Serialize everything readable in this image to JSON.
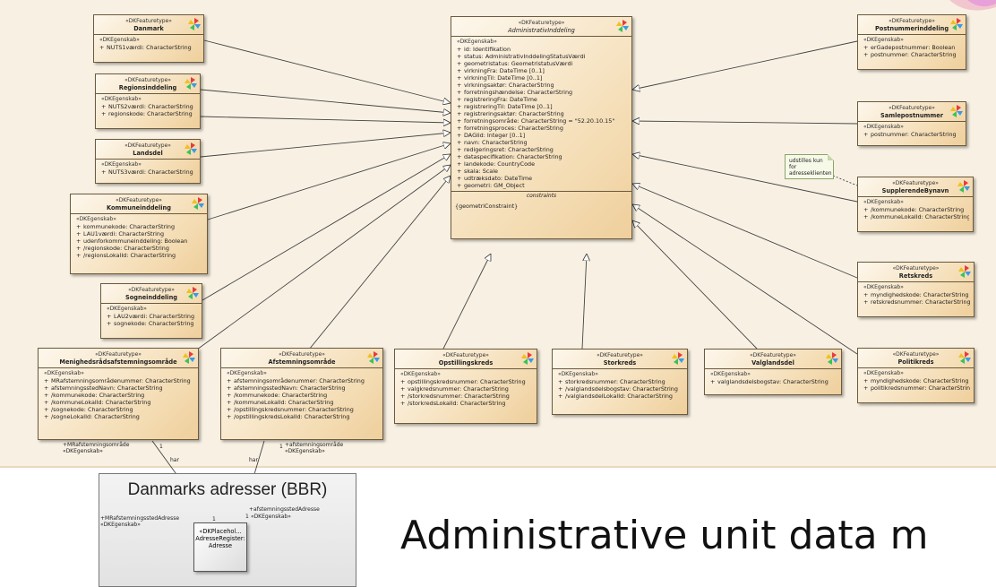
{
  "classes": {
    "admin": {
      "stereotype": "«DKFeaturetype»",
      "name": "AdministrativInddeling",
      "section": "«DKEgenskab»",
      "attrs": [
        "id: Identifikation",
        "status: AdministrativInddelingStatusVærdi",
        "geometristatus: GeometristatusVærdi",
        "virkningFra: DateTime [0..1]",
        "virkningTil: DateTime [0..1]",
        "virkningsaktør: CharacterString",
        "forretningshændelse: CharacterString",
        "registreringFra: DateTime",
        "registreringTil: DateTime [0..1]",
        "registreringsaktør: CharacterString",
        "forretningsområde: CharacterString = \"52.20.10.15\"",
        "forretningsproces: CharacterString",
        "DAGIid: Integer [0..1]",
        "navn: CharacterString",
        "redigeringsret: CharacterString",
        "dataspecifikation: CharacterString",
        "landekode: CountryCode",
        "skala: Scale",
        "udtræksdato: DateTime",
        "geometri: GM_Object"
      ],
      "constraints_label": "constraints",
      "constraint": "{geometriConstraint}"
    },
    "danmark": {
      "stereotype": "«DKFeaturetype»",
      "name": "Danmark",
      "section": "«DKEgenskab»",
      "attrs": [
        "NUTS1værdi: CharacterString"
      ]
    },
    "region": {
      "stereotype": "«DKFeaturetype»",
      "name": "Regionsinddeling",
      "section": "«DKEgenskab»",
      "attrs": [
        "NUTS2værdi: CharacterString",
        "regionskode: CharacterString"
      ]
    },
    "landsdel": {
      "stereotype": "«DKFeaturetype»",
      "name": "Landsdel",
      "section": "«DKEgenskab»",
      "attrs": [
        "NUTS3værdi: CharacterString"
      ]
    },
    "kommune": {
      "stereotype": "«DKFeaturetype»",
      "name": "Kommuneinddeling",
      "section": "«DKEgenskab»",
      "attrs": [
        "kommunekode: CharacterString",
        "LAU1værdi: CharacterString",
        "udenforkommuneinddeling: Boolean",
        "/regionskode: CharacterString",
        "/regionsLokalId: CharacterString"
      ]
    },
    "sogn": {
      "stereotype": "«DKFeaturetype»",
      "name": "Sogneinddeling",
      "section": "«DKEgenskab»",
      "attrs": [
        "LAU2værdi: CharacterString",
        "sognekode: CharacterString"
      ]
    },
    "menighed": {
      "stereotype": "«DKFeaturetype»",
      "name": "Menighedsrådsafstemningsområde",
      "section": "«DKEgenskab»",
      "attrs": [
        "MRafstemningsområdenummer: CharacterString",
        "afstemningsstedNavn: CharacterString",
        "/kommunekode: CharacterString",
        "/kommuneLokalId: CharacterString",
        "/sognekode: CharacterString",
        "/sogneLokalId: CharacterString"
      ]
    },
    "afstemning": {
      "stereotype": "«DKFeaturetype»",
      "name": "Afstemningsområde",
      "section": "«DKEgenskab»",
      "attrs": [
        "afstemningsområdenummer: CharacterString",
        "afstemningsstedNavn: CharacterString",
        "/kommunekode: CharacterString",
        "/kommuneLokalId: CharacterString",
        "/opstillingskredsnummer: CharacterString",
        "/opstillingskredsLokalId: CharacterString"
      ]
    },
    "opstilling": {
      "stereotype": "«DKFeaturetype»",
      "name": "Opstillingskreds",
      "section": "«DKEgenskab»",
      "attrs": [
        "opstillingskredsnummer: CharacterString",
        "valgkredsnummer: CharacterString",
        "/storkredsnummer: CharacterString",
        "/storkredsLokalId: CharacterString"
      ]
    },
    "storkreds": {
      "stereotype": "«DKFeaturetype»",
      "name": "Storkreds",
      "section": "«DKEgenskab»",
      "attrs": [
        "storkredsnummer: CharacterString",
        "/valglandsdelsbogstav: CharacterString",
        "/valglandsdelLokalId: CharacterString"
      ]
    },
    "valglandsdel": {
      "stereotype": "«DKFeaturetype»",
      "name": "Valglandsdel",
      "section": "«DKEgenskab»",
      "attrs": [
        "valglandsdelsbogstav: CharacterString"
      ]
    },
    "postnr": {
      "stereotype": "«DKFeaturetype»",
      "name": "Postnummerinddeling",
      "section": "«DKEgenskab»",
      "attrs": [
        "erGadepostnummer: Boolean",
        "postnummer: CharacterString"
      ]
    },
    "samlepost": {
      "stereotype": "«DKFeaturetype»",
      "name": "Samlepostnummer",
      "section": "«DKEgenskab»",
      "attrs": [
        "postnummer: CharacterString"
      ]
    },
    "supplerende": {
      "stereotype": "«DKFeaturetype»",
      "name": "SupplerendeBynavn",
      "section": "«DKEgenskab»",
      "attrs": [
        "/kommunekode: CharacterString",
        "/kommuneLokalId: CharacterString"
      ]
    },
    "retskreds": {
      "stereotype": "«DKFeaturetype»",
      "name": "Retskreds",
      "section": "«DKEgenskab»",
      "attrs": [
        "myndighedskode: CharacterString",
        "retskredsnummer: CharacterString"
      ]
    },
    "politi": {
      "stereotype": "«DKFeaturetype»",
      "name": "Politikreds",
      "section": "«DKEgenskab»",
      "attrs": [
        "myndighedskode: CharacterString",
        "politikredsnummer: CharacterString"
      ]
    }
  },
  "note": {
    "text": "udstilles kun for adresseklienten"
  },
  "package": {
    "title": "Danmarks adresser (BBR)"
  },
  "placeholder": {
    "stereotype": "«DKPlacehol...",
    "line1": "AdresseRegister:",
    "line2": "Adresse"
  },
  "labels": {
    "mr_role": "+MRafstemningsområde",
    "mr_section": "«DKEgenskab»",
    "mr_mult": "1",
    "mr_har": "har",
    "af_role": "+afstemningsområde",
    "af_section": "«DKEgenskab»",
    "af_mult": "1",
    "af_har": "har",
    "mr_addr_role": "+MRafstemningsstedAdresse",
    "mr_addr_section": "«DKEgenskab»",
    "mr_addr_mult": "1",
    "af_addr_role": "+afstemningsstedAdresse",
    "af_addr_section": "«DKEgenskab»",
    "af_addr_mult": "1"
  },
  "slide_title": "Administrative unit data m",
  "colors": {
    "background": "#f8f1e3",
    "class_fill": "#f4dcb3",
    "border": "#6b5a3e",
    "note_fill": "#f6f9e8"
  }
}
